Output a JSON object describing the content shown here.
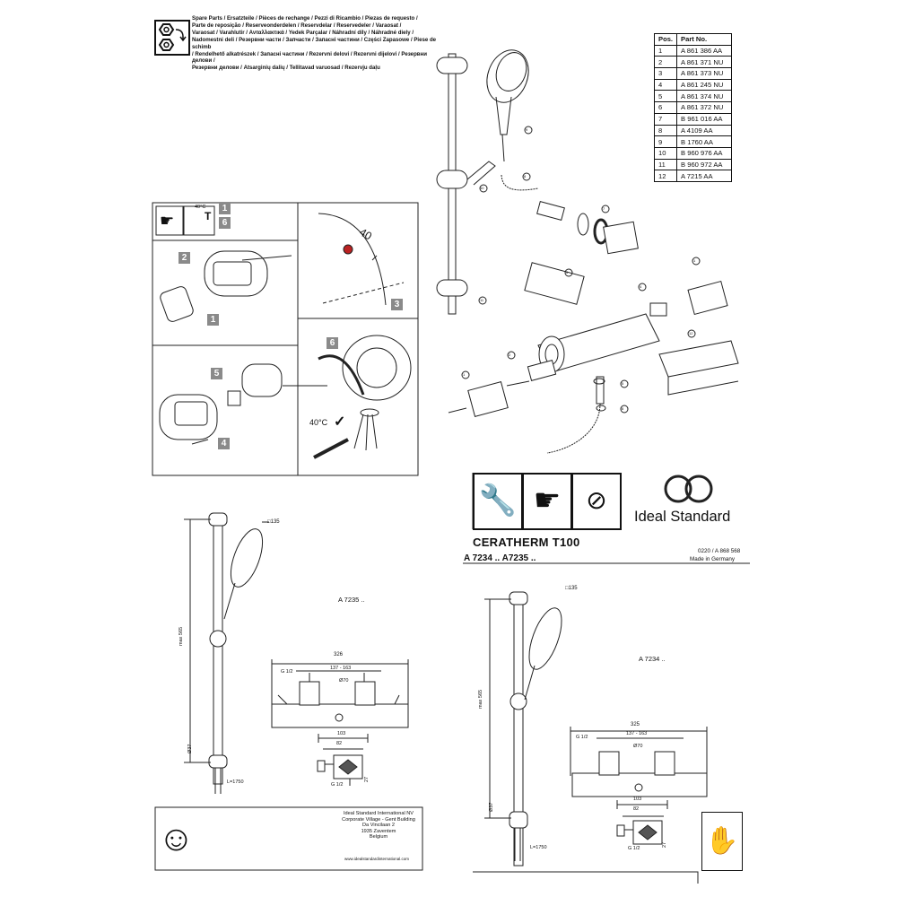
{
  "spare_parts": {
    "lines": [
      "Spare Parts / Ersatzteile / Pièces de rechange / Pezzi di Ricambio / Piezas de requesto /",
      "Parte de reposição / Reserveonderdelen / Reservdelar / Reservedeler / Varaosat /",
      "Varaosat / Varahlutir / Ανταλλακτικά / Yedek Parçalar / Náhradní díly / Náhradné diely /",
      "Nadomestni deli / Резервни части / Запчасти / Запасні частини / Części Zapasowe / Piese de schimb",
      "/ Rendelhető alkatrészek / Запасні частини / Rezervni delovi / Rezervni dijelovi / Резервни делови /",
      "Резервни делови / Atsarginių dalių / Tellitavad varuosad / Rezervju daļu"
    ]
  },
  "parts_table": {
    "headers": [
      "Pos.",
      "Part No."
    ],
    "rows": [
      [
        "1",
        "A 861 386 AA"
      ],
      [
        "2",
        "A 861 371 NU"
      ],
      [
        "3",
        "A 861 373 NU"
      ],
      [
        "4",
        "A 861 245 NU"
      ],
      [
        "5",
        "A 861 374 NU"
      ],
      [
        "6",
        "A 861 372 NU"
      ],
      [
        "7",
        "B 961 016 AA"
      ],
      [
        "8",
        "A 4109 AA"
      ],
      [
        "9",
        "B 1760 AA"
      ],
      [
        "10",
        "B 960 976 AA"
      ],
      [
        "11",
        "B 960 972 AA"
      ],
      [
        "12",
        "A 7215 AA"
      ]
    ]
  },
  "procedure": {
    "step_labels": [
      "1",
      "2",
      "3",
      "4",
      "5",
      "6"
    ],
    "thermo_top": "40°C",
    "thermo_letter": "T",
    "scale_value": "40",
    "check_temp": "40°C"
  },
  "brand": {
    "name": "Ideal Standard",
    "product": "CERATHERM T100",
    "codes": "A 7234 ..   A7235 ..",
    "doc_no": "0220 / A 868 568",
    "made_in": "Made in Germany"
  },
  "dimensions": {
    "model_left": "A 7235 ..",
    "model_right": "A 7234 ..",
    "diameter_head": "□135",
    "height": "max 565",
    "bar_dia": "Ø37",
    "hose": "L=1750",
    "width": "326",
    "width_right": "325",
    "spacing": "137 - 163",
    "thread": "G 1/2",
    "body_dia": "Ø70",
    "depth_outer": "103",
    "depth_inner": "82",
    "depth_small": "27"
  },
  "address": {
    "lines": [
      "Ideal Standard International NV",
      "Corporate Village - Gent Building",
      "Da Vincilaan 2",
      "1935 Zaventem",
      "Belgium"
    ],
    "web": "www.idealstandardinternational.com"
  },
  "diagram_callouts": [
    "1",
    "2",
    "3",
    "4",
    "5",
    "6",
    "7",
    "8",
    "9",
    "10",
    "11",
    "12"
  ]
}
